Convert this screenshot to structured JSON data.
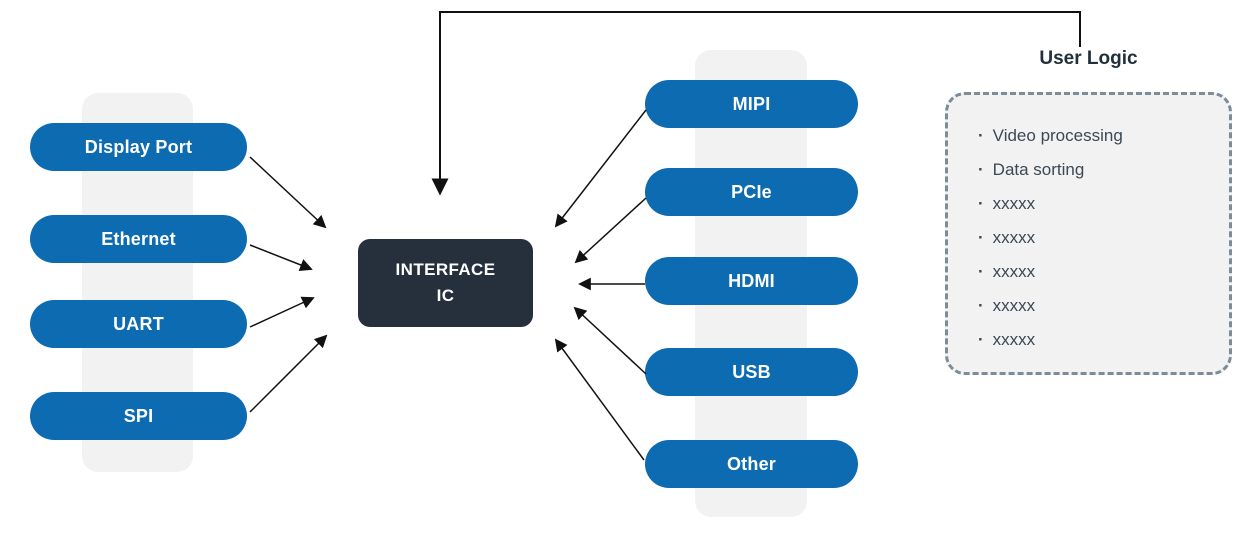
{
  "diagram": {
    "left_ports": [
      "Display Port",
      "Ethernet",
      "UART",
      "SPI"
    ],
    "center_chip": {
      "line1": "INTERFACE",
      "line2": "IC"
    },
    "right_ports": [
      "MIPI",
      "PCIe",
      "HDMI",
      "USB",
      "Other"
    ],
    "user_logic": {
      "title": "User Logic",
      "items": [
        "Video processing",
        "Data sorting",
        "xxxxx",
        "xxxxx",
        "xxxxx",
        "xxxxx",
        "xxxxx"
      ]
    },
    "colors": {
      "pill_blue": "#0d6bb2",
      "chip_dark": "#25303c",
      "band_gray": "#f2f2f2",
      "user_logic_fill": "#f2f2f2",
      "dashed_border": "#7e8c98",
      "arrow_black": "#111111",
      "bullet_text": "#3d4854",
      "title_text": "#22303e"
    }
  }
}
